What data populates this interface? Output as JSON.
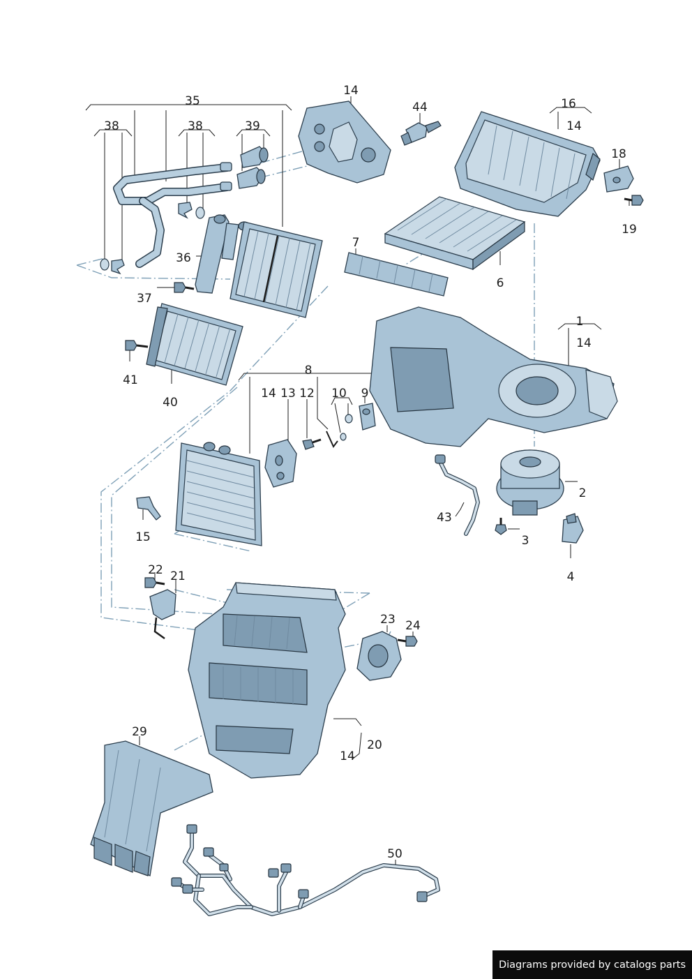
{
  "callouts": {
    "c35": "35",
    "c38a": "38",
    "c38b": "38",
    "c39": "39",
    "c36": "36",
    "c37": "37",
    "c40": "40",
    "c41": "41",
    "c14a": "14",
    "c44": "44",
    "c16": "16",
    "c14b": "14",
    "c18": "18",
    "c19": "19",
    "c7": "7",
    "c6": "6",
    "c1": "1",
    "c14c": "14",
    "c8": "8",
    "c14d": "14",
    "c13": "13",
    "c12": "12",
    "c10": "10",
    "c9": "9",
    "c15": "15",
    "c2": "2",
    "c43": "43",
    "c3": "3",
    "c4": "4",
    "c22": "22",
    "c21": "21",
    "c23": "23",
    "c24": "24",
    "c20": "20",
    "c14e": "14",
    "c29": "29",
    "c50": "50"
  },
  "footer": {
    "credit": "Diagrams provided by catalogs parts"
  },
  "colors": {
    "part_fill": "#a9c3d6",
    "outline": "#2b3d4c",
    "guide_line": "#7d9fb6",
    "footer_bg": "#0c0c0c"
  }
}
